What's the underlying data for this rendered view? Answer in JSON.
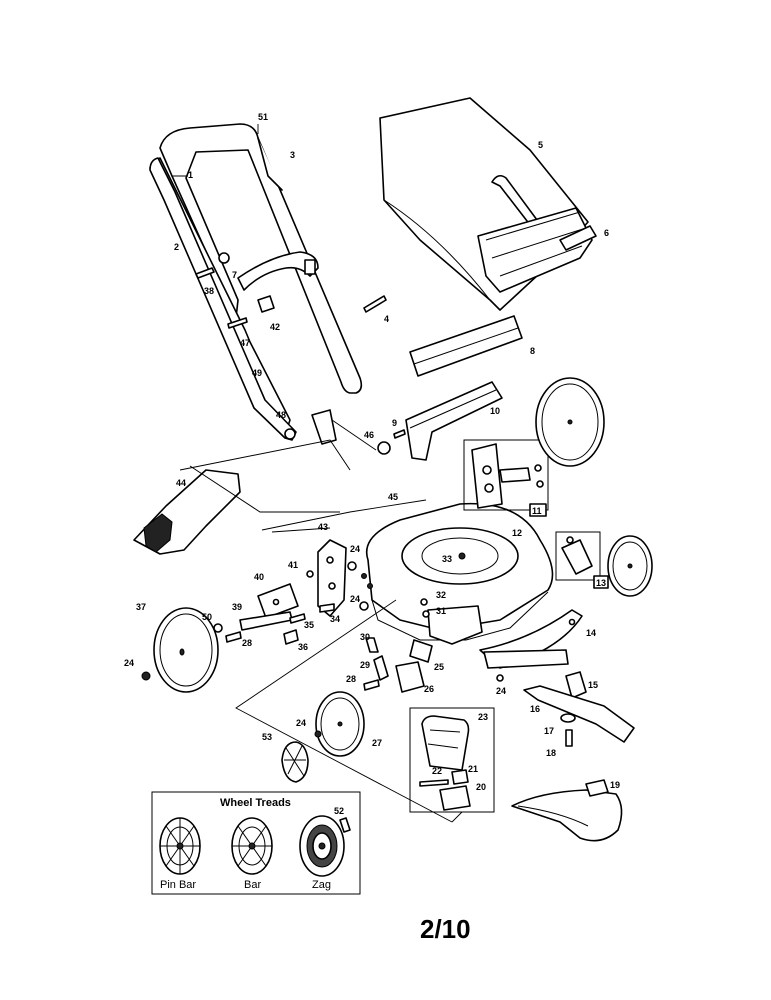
{
  "parts": {
    "handle_upper": "51",
    "bracket_1": "1",
    "cable_3": "3",
    "handle_side": "2",
    "knob_7": "7",
    "bolt_38": "38",
    "rod_4": "4",
    "knob_42": "42",
    "bolt_47": "47",
    "handle_lower": "49",
    "nut_48": "48",
    "grass_bag": "5",
    "bag_frame": "6",
    "flap_8": "8",
    "bolt_9": "9",
    "chute_door": "10",
    "nut_46": "46",
    "height_bracket": "11",
    "screw_45": "45",
    "deck": "12",
    "bolt_33": "33",
    "bracket_13": "13",
    "mulch_plug": "44",
    "bolt_43": "43",
    "bracket_41": "41",
    "nut_24": "24",
    "bracket_40": "40",
    "bolt_32": "32",
    "bolt_31": "31",
    "washer_50": "50",
    "lever_39": "39",
    "bolt_35": "35",
    "bolt_34": "34",
    "wheel_rear": "37",
    "bolt_28": "28",
    "spring_36": "36",
    "baffle": "14",
    "link_30": "30",
    "link_29": "29",
    "plate_25": "25",
    "plate_26": "26",
    "adapter": "15",
    "blade": "16",
    "washer_17": "17",
    "bolt_18": "18",
    "wheel_front": "27",
    "tread_53": "53",
    "shield_23": "23",
    "cable_22": "22",
    "clip_21": "21",
    "bracket_20": "20",
    "side_chute": "19",
    "screw_52": "52"
  },
  "wheel_treads": {
    "title": "Wheel Treads",
    "pin_bar": "Pin Bar",
    "bar": "Bar",
    "zag": "Zag"
  },
  "page_number": "2/10"
}
